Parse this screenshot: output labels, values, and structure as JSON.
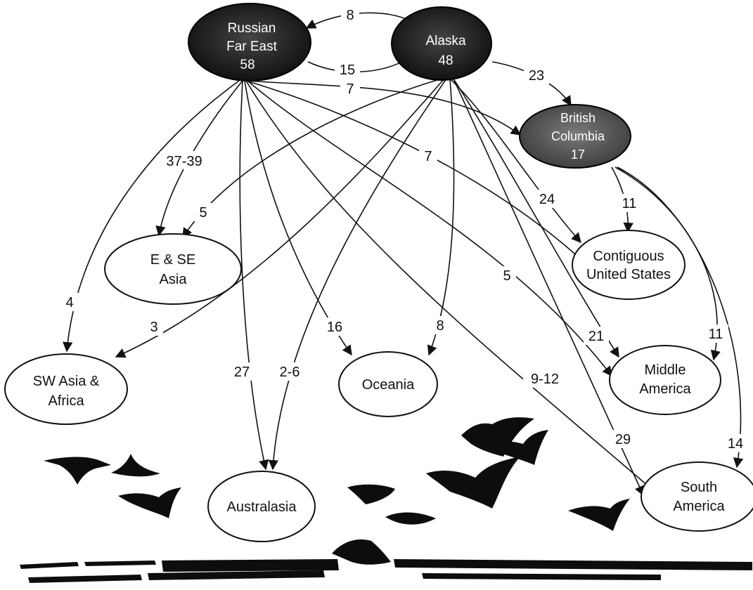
{
  "colors": {
    "dark_node": "#1a1a1a",
    "grey_node": "#555555",
    "light_node": "#ffffff",
    "stroke": "#111111"
  },
  "nodes": {
    "russian_far_east": {
      "line1": "Russian",
      "line2": "Far East",
      "count": "58"
    },
    "alaska": {
      "line1": "Alaska",
      "count": "48"
    },
    "british_columbia": {
      "line1": "British",
      "line2": "Columbia",
      "count": "17"
    },
    "e_se_asia": {
      "line1": "E & SE",
      "line2": "Asia"
    },
    "contiguous_us": {
      "line1": "Contiguous",
      "line2": "United States"
    },
    "sw_asia_africa": {
      "line1": "SW Asia &",
      "line2": "Africa"
    },
    "oceania": {
      "line1": "Oceania"
    },
    "middle_america": {
      "line1": "Middle",
      "line2": "America"
    },
    "australasia": {
      "line1": "Australasia"
    },
    "south_america": {
      "line1": "South",
      "line2": "America"
    }
  },
  "edges": {
    "alaska_to_rfe": "8",
    "rfe_to_alaska": "15",
    "alaska_to_bc": "23",
    "rfe_to_bc": "7",
    "rfe_to_esea": "37-39",
    "alaska_to_esea": "5",
    "rfe_to_contig": "7",
    "alaska_to_contig": "24",
    "bc_to_contig": "11",
    "rfe_to_swasia": "4",
    "alaska_to_swasia": "3",
    "rfe_to_oceania": "16",
    "alaska_to_oceania": "8",
    "rfe_to_middle": "5",
    "alaska_to_middle": "21",
    "bc_to_middle": "11",
    "rfe_to_australasia": "27",
    "alaska_to_australasia": "2-6",
    "rfe_to_south": "9-12",
    "alaska_to_south": "29",
    "bc_to_south": "14"
  }
}
